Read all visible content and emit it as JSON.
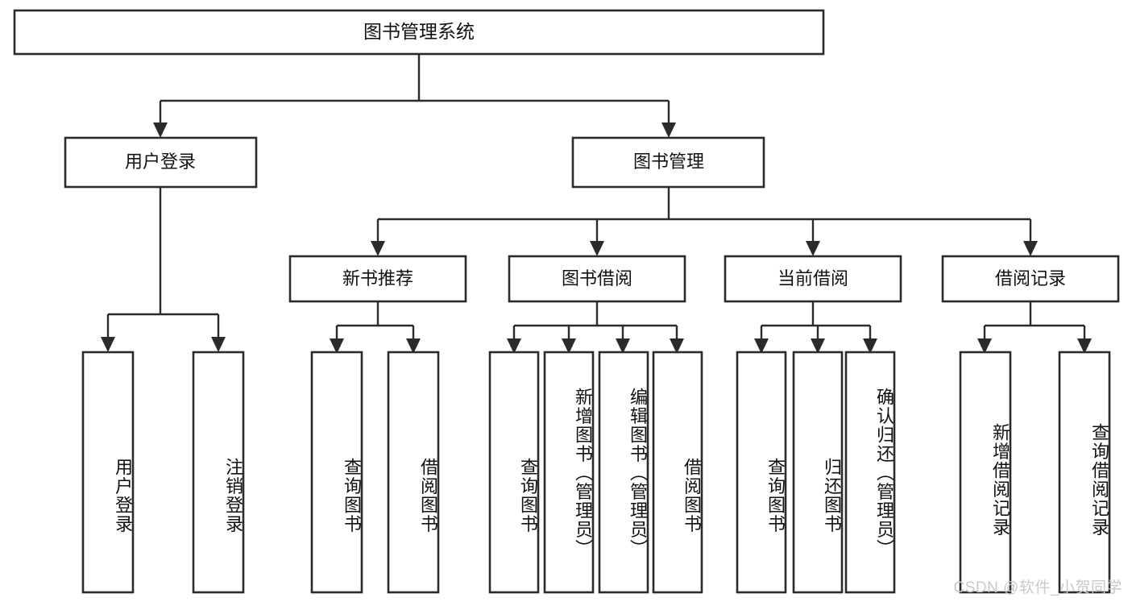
{
  "diagram": {
    "title": "图书管理系统",
    "type": "tree-hierarchy-diagram",
    "colors": {
      "box_stroke": "#2b2b2b",
      "box_fill": "#ffffff",
      "connector": "#2b2b2b",
      "text": "#111111",
      "watermark": "#c9c9c9",
      "background": "#ffffff"
    },
    "root": {
      "label": "图书管理系统"
    },
    "level2": [
      {
        "label": "用户登录"
      },
      {
        "label": "图书管理"
      }
    ],
    "level3": [
      {
        "label": "新书推荐"
      },
      {
        "label": "图书借阅"
      },
      {
        "label": "当前借阅"
      },
      {
        "label": "借阅记录"
      }
    ],
    "leaves": {
      "user_login": [
        {
          "label": "用户登录"
        },
        {
          "label": "注销登录"
        }
      ],
      "new_book_recommend": [
        {
          "label": "查询图书"
        },
        {
          "label": "借阅图书"
        }
      ],
      "book_borrow": [
        {
          "label": "查询图书"
        },
        {
          "label": "新增图书（管理员）"
        },
        {
          "label": "编辑图书（管理员）"
        },
        {
          "label": "借阅图书"
        }
      ],
      "current_borrow": [
        {
          "label": "查询图书"
        },
        {
          "label": "归还图书"
        },
        {
          "label": "确认归还（管理员）"
        }
      ],
      "borrow_record": [
        {
          "label": "新增借阅记录"
        },
        {
          "label": "查询借阅记录"
        }
      ]
    },
    "watermark": "CSDN @软件_小贺同学"
  }
}
